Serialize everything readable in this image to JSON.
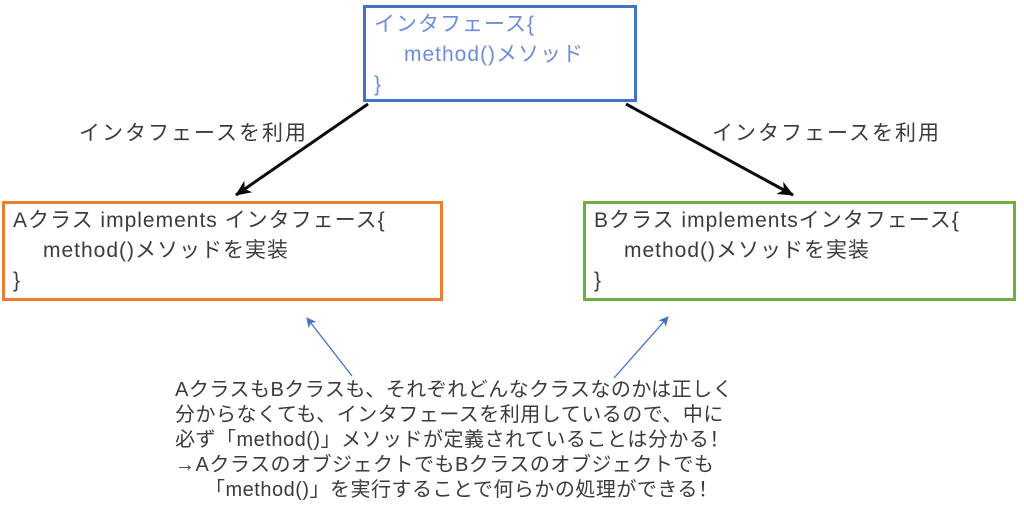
{
  "diagram": {
    "interface_box": {
      "lines": [
        "インタフェース{",
        "method()メソッド",
        "}"
      ]
    },
    "class_a_box": {
      "lines": [
        "Aクラス implements インタフェース{",
        "method()メソッドを実装",
        "}"
      ]
    },
    "class_b_box": {
      "lines": [
        "Bクラス implementsインタフェース{",
        "method()メソッドを実装",
        "}"
      ]
    },
    "edge_labels": {
      "left": "インタフェースを利用",
      "right": "インタフェースを利用"
    },
    "note": {
      "lines": [
        "AクラスもBクラスも、それぞれどんなクラスなのかは正しく",
        "分からなくても、インタフェースを利用しているので、中に",
        "必ず「method()」メソッドが定義されていることは分かる！",
        "→AクラスのオブジェクトでもBクラスのオブジェクトでも",
        "「method()」を実行することで何らかの処理ができる！"
      ]
    },
    "colors": {
      "interface_border": "#4472C4",
      "interface_text": "#6E8CD7",
      "class_a_border": "#ED7D31",
      "class_b_border": "#70AD47",
      "black_connector": "#0a0a0a",
      "blue_connector": "#4472C4",
      "body_text": "#3B3B3B"
    }
  }
}
